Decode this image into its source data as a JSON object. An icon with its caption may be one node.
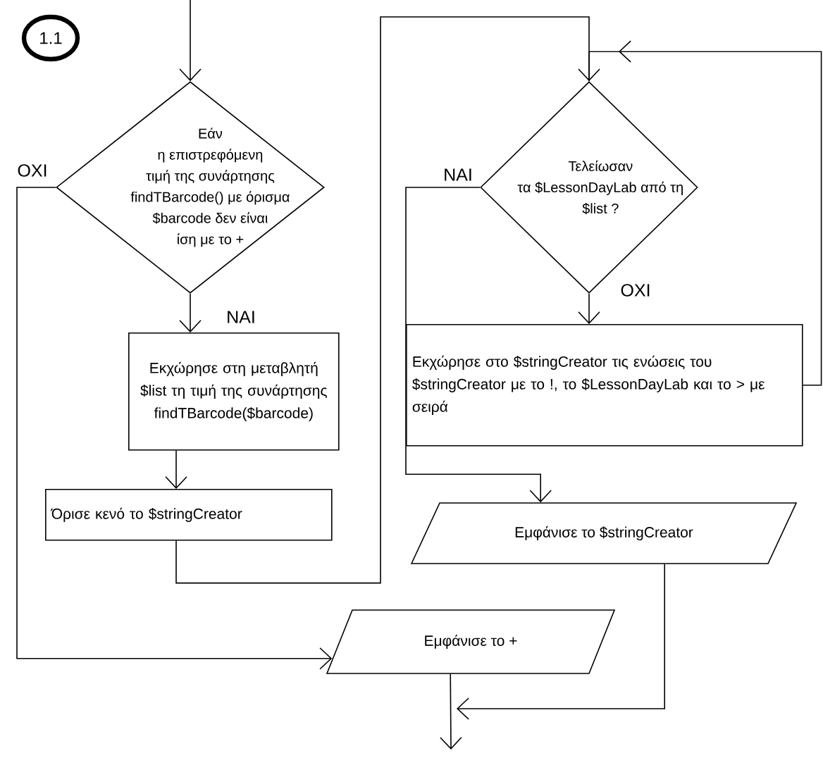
{
  "diagram": {
    "nodes": [
      {
        "text": [
          "1.1"
        ]
      },
      {
        "text": [
          "Εάν η επιστρεφόμενη τιμή της συνάρτησης findTBarcode() με όρισμα $barcode δεν είναι ίση με το +"
        ]
      },
      {
        "text": [
          "Εκχώρησε στη μεταβλητή $list τη τιμή της συνάρτησης findTBarcode($barcode)"
        ]
      },
      {
        "text": [
          "Όρισε κενό το $stringCreator"
        ]
      },
      {
        "text": [
          "Τελείωσαν τα $LessonDayLab από τη $list ?"
        ]
      },
      {
        "text": [
          "Εκχώρησε στο $stringCreator τις ενώσεις του $stringCreator με το !, το $LessonDayLab και το > με σειρά"
        ]
      },
      {
        "text": [
          "Εμφάνισε το $stringCreator"
        ]
      },
      {
        "text": [
          "Εμφάνισε το +"
        ]
      }
    ],
    "edges": [
      {
        "from": null,
        "to": 1,
        "arrow": "to"
      },
      {
        "from": 1,
        "to": 2,
        "arrow": "to",
        "label": "ΝΑΙ"
      },
      {
        "from": 2,
        "to": 3,
        "arrow": "to"
      },
      {
        "from": 3,
        "to": 4,
        "arrow": "to"
      },
      {
        "from": 4,
        "to": 5,
        "arrow": "to",
        "label": "ΟΧΙ"
      },
      {
        "from": 5,
        "to": 4,
        "arrow": "to"
      },
      {
        "from": 4,
        "to": 6,
        "arrow": "to",
        "label": "ΝΑΙ"
      },
      {
        "from": 1,
        "to": 7,
        "arrow": "to",
        "label": "ΟΧΙ"
      },
      {
        "from": 6,
        "to": null,
        "arrow": "to"
      },
      {
        "from": 7,
        "to": null,
        "arrow": "to"
      }
    ]
  }
}
